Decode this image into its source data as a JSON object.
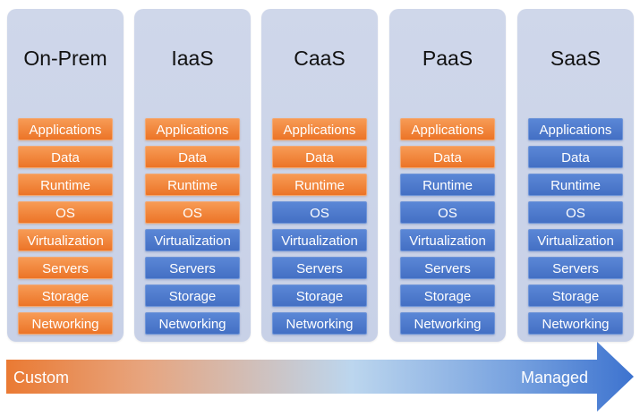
{
  "columns": [
    {
      "title": "On-Prem",
      "layers": [
        "Applications",
        "Data",
        "Runtime",
        "OS",
        "Virtualization",
        "Servers",
        "Storage",
        "Networking"
      ],
      "custom_count": 8
    },
    {
      "title": "IaaS",
      "layers": [
        "Applications",
        "Data",
        "Runtime",
        "OS",
        "Virtualization",
        "Servers",
        "Storage",
        "Networking"
      ],
      "custom_count": 4
    },
    {
      "title": "CaaS",
      "layers": [
        "Applications",
        "Data",
        "Runtime",
        "OS",
        "Virtualization",
        "Servers",
        "Storage",
        "Networking"
      ],
      "custom_count": 3
    },
    {
      "title": "PaaS",
      "layers": [
        "Applications",
        "Data",
        "Runtime",
        "OS",
        "Virtualization",
        "Servers",
        "Storage",
        "Networking"
      ],
      "custom_count": 2
    },
    {
      "title": "SaaS",
      "layers": [
        "Applications",
        "Data",
        "Runtime",
        "OS",
        "Virtualization",
        "Servers",
        "Storage",
        "Networking"
      ],
      "custom_count": 0
    }
  ],
  "arrow": {
    "start_label": "Custom",
    "end_label": "Managed"
  },
  "colors": {
    "custom": "#ec7427",
    "managed": "#4470c4",
    "column_bg": "#cfd7ea",
    "arrow_start": "#ea7a33",
    "arrow_mid": "#bcd6ee",
    "arrow_end": "#3d73cf"
  }
}
